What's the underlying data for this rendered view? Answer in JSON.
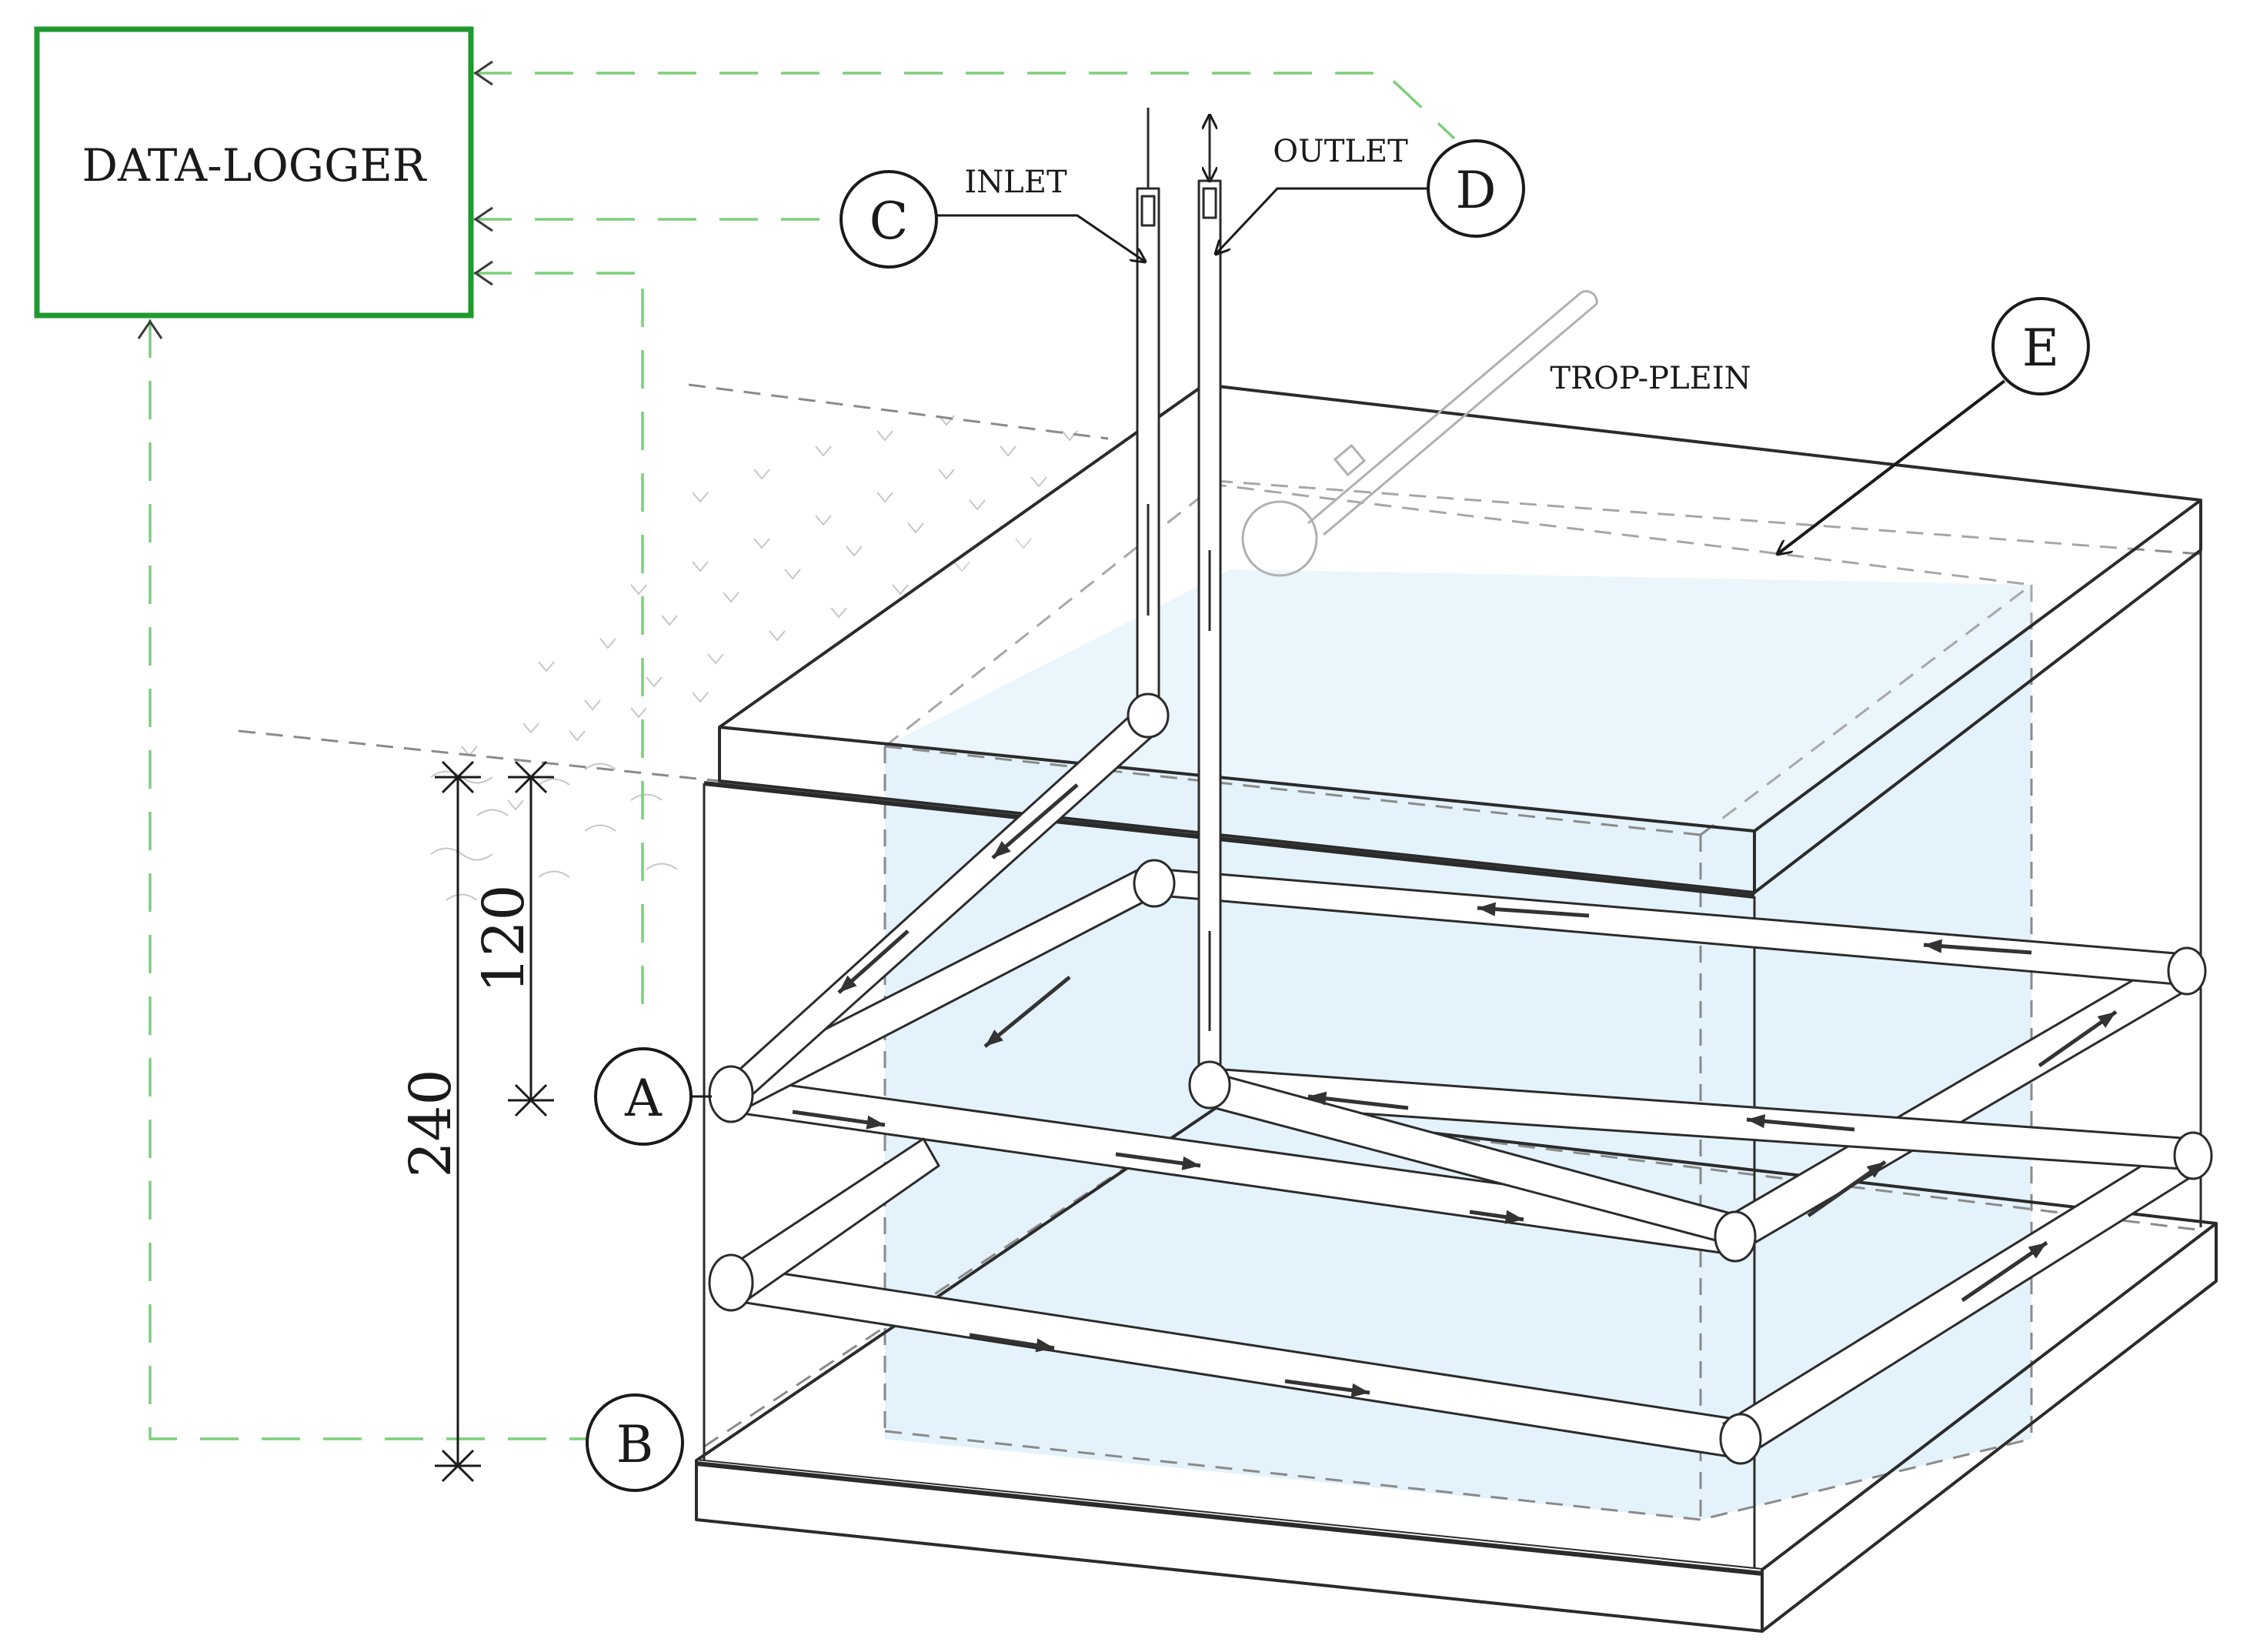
{
  "labels": {
    "data_logger": "DATA-LOGGER",
    "inlet": "INLET",
    "outlet": "OUTLET",
    "trop_plein": "TROP-PLEIN"
  },
  "callouts": {
    "a": "A",
    "b": "B",
    "c": "C",
    "d": "D",
    "e": "E"
  },
  "dimensions": {
    "d120": "120",
    "d240": "240"
  },
  "colors": {
    "logger_border": "#1e9a2e",
    "signal_line": "#7ccf7a",
    "water": "#e3f2fb",
    "line": "#2b2b2b",
    "dashed": "#8a8a8a"
  }
}
